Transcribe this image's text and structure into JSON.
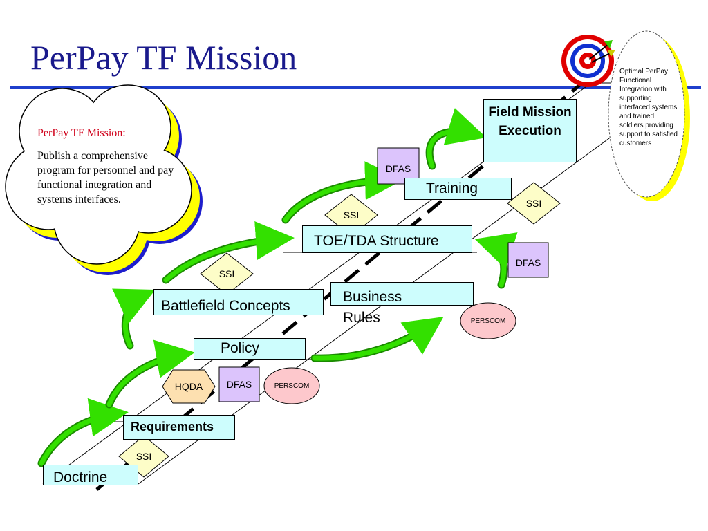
{
  "slide": {
    "title": "PerPay TF Mission"
  },
  "mission_cloud": {
    "heading": "PerPay TF Mission:",
    "body": "Publish a comprehensive program for personnel and pay functional integration and systems interfaces."
  },
  "goal_cloud": {
    "text": "Optimal PerPay Functional Integration with supporting interfaced systems and trained soldiers providing support to satisfied customers"
  },
  "steps": {
    "doctrine": "Doctrine",
    "requirements": "Requirements",
    "policy": "Policy",
    "battlefield_concepts": "Battlefield Concepts",
    "business_rules": "Business Rules",
    "toe_tda": "TOE/TDA Structure",
    "training": "Training",
    "field_mission": "Field Mission Execution"
  },
  "tags": {
    "ssi": "SSI",
    "dfas": "DFAS",
    "hqda": "HQDA",
    "perscom": "PERSCOM"
  },
  "colors": {
    "title": "#1a1a8c",
    "rule": "#1f3fcc",
    "step_box": "#cdfdfd",
    "ssi": "#fdfdc8",
    "dfas": "#dcc4fc",
    "hqda": "#fde0b0",
    "perscom": "#fdc8cc",
    "arrow": "#33e000",
    "cloud_shadow": "#ffff00",
    "cloud_shadow_edge": "#1e1ecc",
    "mission_heading": "#d0001a",
    "target_red": "#e00000",
    "target_blue": "#1030d0"
  }
}
